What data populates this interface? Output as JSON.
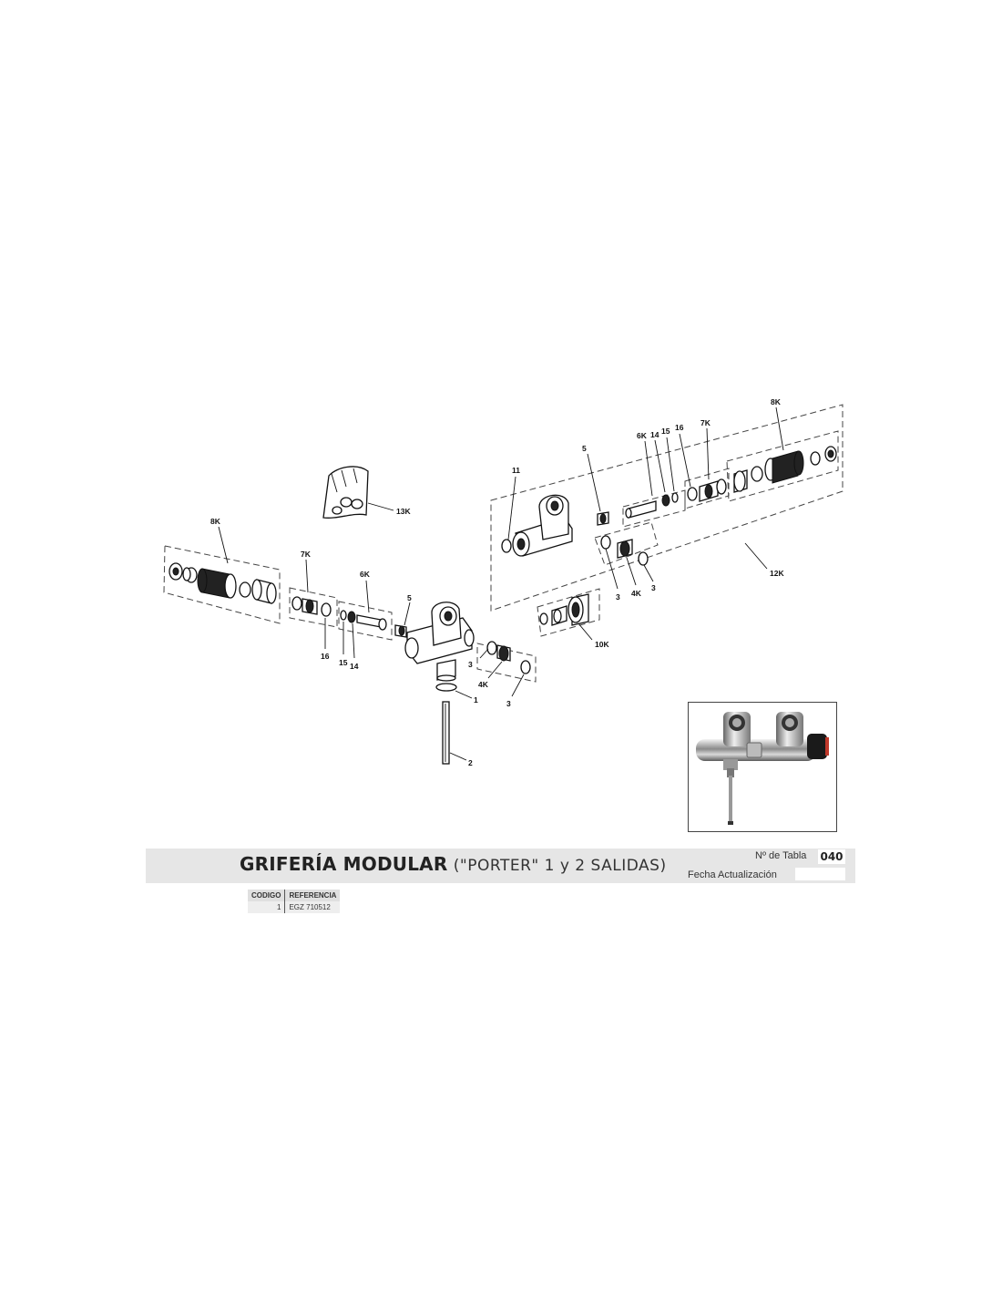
{
  "diagram": {
    "labels": {
      "l8k_left": "8K",
      "l7k_left": "7K",
      "l6k_left": "6K",
      "l5_left": "5",
      "l16_left": "16",
      "l15_left": "15",
      "l14_left": "14",
      "l1": "1",
      "l2": "2",
      "l3_a": "3",
      "l3_b": "3",
      "l4k_left": "4K",
      "l13k": "13K",
      "l11": "11",
      "l5_right": "5",
      "l6k_right": "6K",
      "l14_right": "14",
      "l15_right": "15",
      "l16_right": "16",
      "l7k_right": "7K",
      "l8k_right": "8K",
      "l12k": "12K",
      "l3_c": "3",
      "l3_d": "3",
      "l4k_right": "4K",
      "l10k": "10K"
    }
  },
  "title_block": {
    "title_main": "GRIFERÍA MODULAR",
    "title_sub": "(\"PORTER\" 1 y 2 SALIDAS)",
    "tabla_label": "Nº de Tabla",
    "tabla_value": "040",
    "fecha_label": "Fecha Actualización",
    "fecha_value": ""
  },
  "codes_table": {
    "headers": [
      "CODIGO",
      "REFERENCIA"
    ],
    "rows": [
      [
        "1",
        "EGZ 710512"
      ]
    ]
  }
}
